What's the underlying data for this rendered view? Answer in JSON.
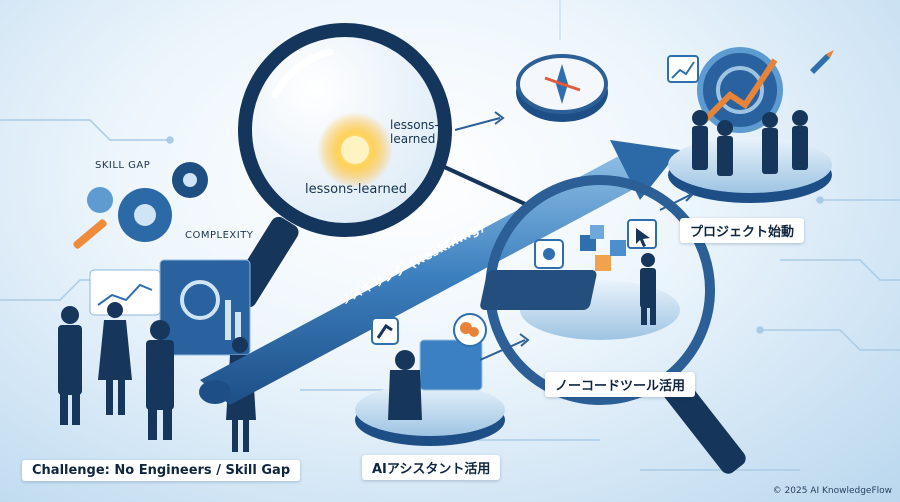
{
  "labels": {
    "challenge": "Challenge: No Engineers / Skill Gap",
    "skill_gap": "SKILL GAP",
    "complexity": "COMPLEXITY",
    "lessons_top": "lessons-\nlearned",
    "lessons_bottom": "lessons-learned",
    "reskilling_arrow": "リスキリング (Reskilling)",
    "nocode": "ノーコードツール活用",
    "ai_assistant": "AIアシスタント活用",
    "project_launch": "プロジェクト始動"
  },
  "footer": {
    "copyright": "© 2025 AI KnowledgeFlow"
  },
  "icons": [
    "magnifier-icon",
    "sun-icon",
    "compass-icon",
    "gear-icon",
    "wrench-icon",
    "chart-icon",
    "rocket-icon",
    "robot-arm-icon",
    "brain-icon",
    "puzzle-icon",
    "cursor-icon"
  ],
  "colors": {
    "navy": "#16365c",
    "blue": "#2f6fae",
    "light": "#cfe4f4",
    "accent": "#e8843a"
  }
}
